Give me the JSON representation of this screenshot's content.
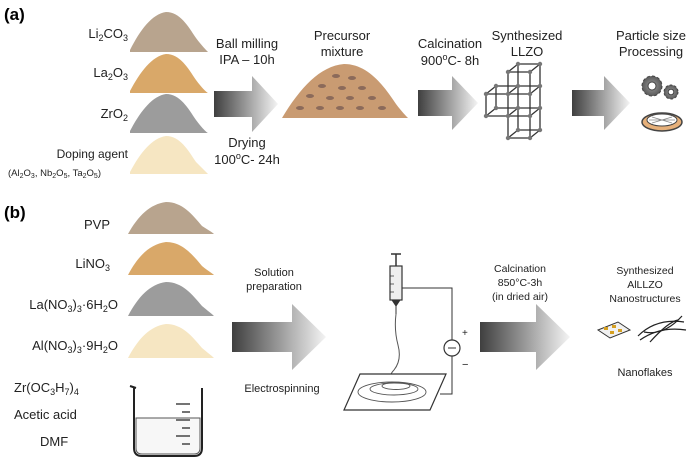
{
  "panels": {
    "a": {
      "label": "(a)",
      "reagents": [
        {
          "name": "Li2CO3",
          "color": "#b8a48e"
        },
        {
          "name": "La2O3",
          "color": "#d9a869"
        },
        {
          "name": "ZrO2",
          "color": "#9c9c9c"
        },
        {
          "name": "Doping agent",
          "color": "#f6e6c2"
        }
      ],
      "doping_examples": "(Al2O3, Nb2O5, Ta2O5)",
      "step1_top": [
        "Ball milling",
        "IPA – 10h"
      ],
      "step1_bottom": [
        "Drying",
        "100°C- 24h"
      ],
      "precursor_label": [
        "Precursor",
        "mixture"
      ],
      "step2": [
        "Calcination",
        "900°C- 8h"
      ],
      "product_label": [
        "Synthesized",
        "LLZO"
      ],
      "final_label": [
        "Particle size",
        "Processing"
      ]
    },
    "b": {
      "label": "(b)",
      "reagents": [
        {
          "name": "PVP",
          "color": "#b8a48e"
        },
        {
          "name": "LiNO3",
          "color": "#d9a869"
        },
        {
          "name": "La(NO3)3·6H2O",
          "color": "#9c9c9c"
        },
        {
          "name": "Al(NO3)3·9H2O",
          "color": "#f6e6c2"
        }
      ],
      "solvents": [
        "Zr(OC3H7)4",
        "Acetic acid",
        "DMF"
      ],
      "step1_top": [
        "Solution",
        "preparation"
      ],
      "step1_bottom": "Electrospinning",
      "step2": [
        "Calcination",
        "850°C-3h",
        "(in dried air)"
      ],
      "product_label": [
        "Synthesized",
        "AlLLZO",
        "Nanostructures"
      ],
      "final_label": "Nanoflakes",
      "plus_sign": "+",
      "minus_sign": "−"
    }
  },
  "colors": {
    "arrow_dark": "#4a4a4a",
    "arrow_light": "#f0f0f0",
    "precursor_fill": "#c99b72",
    "precursor_dots": "#8b6a5a",
    "cube_line": "#333333",
    "cube_node": "#888888"
  }
}
